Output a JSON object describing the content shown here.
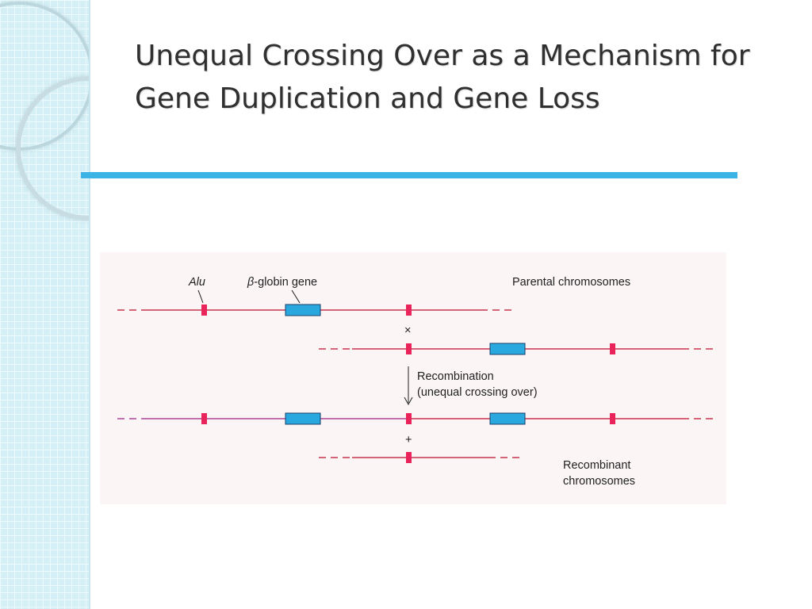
{
  "slide": {
    "title_line1": "Unequal Crossing Over as a Mechanism for",
    "title_line2": "Gene Duplication and Gene Loss"
  },
  "figure": {
    "label_alu": "Alu",
    "label_beta_symbol": "β",
    "label_globin": "-globin gene",
    "label_parental": "Parental chromosomes",
    "cross_symbol": "×",
    "label_recombination": "Recombination",
    "label_unequal": "(unequal crossing over)",
    "plus_symbol": "+",
    "label_recombinant_1": "Recombinant",
    "label_recombinant_2": "chromosomes"
  },
  "colors": {
    "accent_rule": "#3bb3e4",
    "chromosome_line": "#c8354f",
    "recombinant_line": "#b0459a",
    "alu_element": "#e8245b",
    "gene_box": "#29a8e0",
    "sidebar": "#d4eff5"
  },
  "icons": [
    "down-arrow-icon",
    "cross-icon",
    "plus-icon"
  ]
}
